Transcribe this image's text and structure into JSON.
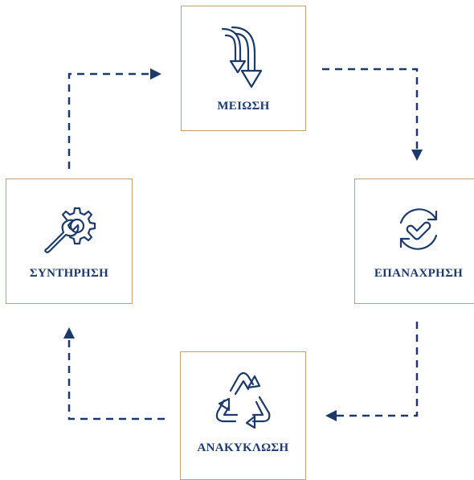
{
  "colors": {
    "text": "#1b3a6b",
    "border": "#c4a173",
    "connector": "#1b3a6b",
    "background": "#ffffff"
  },
  "nodes": {
    "reduction": {
      "label": "ΜΕΙΩΣΗ",
      "icon": "downward-arrows-icon"
    },
    "reuse": {
      "label": "ΕΠΑΝΑΧΡΗΣΗ",
      "icon": "refresh-check-icon"
    },
    "recycling": {
      "label": "ΑΝΑΚΥΚΛΩΣΗ",
      "icon": "recycle-icon"
    },
    "maintenance": {
      "label": "ΣΥΝΤΗΡΗΣΗ",
      "icon": "gear-wrench-icon"
    }
  },
  "edges": [
    {
      "from": "maintenance",
      "to": "reduction",
      "style": "dashed"
    },
    {
      "from": "reduction",
      "to": "reuse",
      "style": "dashed"
    },
    {
      "from": "reuse",
      "to": "recycling",
      "style": "dashed"
    },
    {
      "from": "recycling",
      "to": "maintenance",
      "style": "dashed"
    }
  ]
}
